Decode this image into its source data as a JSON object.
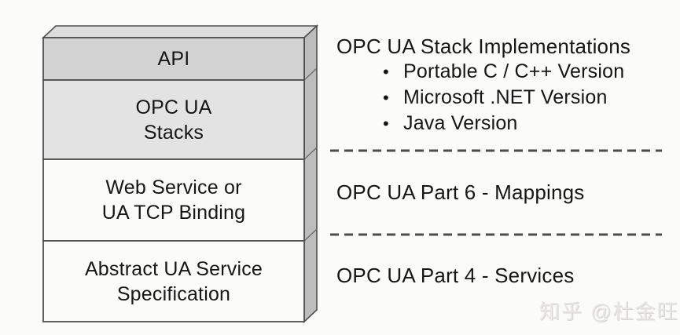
{
  "stack": {
    "layers": [
      {
        "lines": [
          "API",
          ""
        ],
        "fill": "#d2d2d2"
      },
      {
        "lines": [
          "OPC UA",
          "Stacks"
        ],
        "fill": "#e3e3e3"
      },
      {
        "lines": [
          "Web Service or",
          "UA TCP Binding"
        ],
        "fill": "#fbfbfa"
      },
      {
        "lines": [
          "Abstract UA Service",
          "Specification"
        ],
        "fill": "#fbfbfa"
      }
    ],
    "top_fill": "#dddddd",
    "side_fill": "#bdbdbd",
    "stroke": "#4f4f4f"
  },
  "annotations": {
    "implementations_title": "OPC UA Stack Implementations",
    "implementation_bullets": [
      "Portable C / C++ Version",
      "Microsoft .NET Version",
      "Java Version"
    ],
    "bullet_glyph": "•",
    "part6_label": "OPC UA Part 6 - Mappings",
    "part4_label": "OPC UA Part 4 - Services",
    "divider_color": "#4c4c4c"
  },
  "watermark": {
    "text": "知乎 @杜金旺"
  }
}
